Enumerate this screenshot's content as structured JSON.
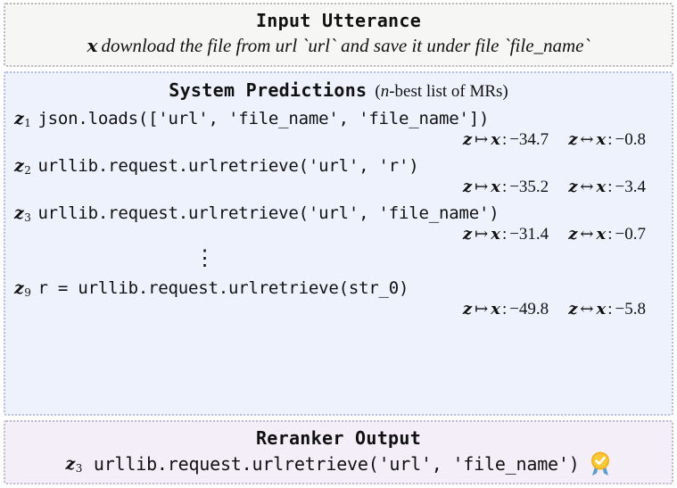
{
  "figure": {
    "input_panel": {
      "title": "Input Utterance",
      "variable": "𝒙",
      "utterance": "download the file from url `url` and save it under file `file_name`",
      "bg_color": "#f6f6f4"
    },
    "predictions_panel": {
      "title": "System Predictions",
      "subtitle_open": "(",
      "subtitle_italic": "n",
      "subtitle_rest": "-best list of MRs)",
      "bg_color": "#edf2fc",
      "score_labels": {
        "gen": "z ↦ x",
        "match": "z ↔ x",
        "z": "z",
        "x": "x",
        "mapsto": "↦",
        "leftrightarrow": "↔",
        "colon": ":"
      },
      "items": [
        {
          "id": "z",
          "index": "1",
          "code": "json.loads(['url', 'file_name', 'file_name'])",
          "score_gen": "−34.7",
          "score_match": "−0.8"
        },
        {
          "id": "z",
          "index": "2",
          "code": "urllib.request.urlretrieve('url', 'r')",
          "score_gen": "−35.2",
          "score_match": "−3.4"
        },
        {
          "id": "z",
          "index": "3",
          "code": "urllib.request.urlretrieve('url', 'file_name')",
          "score_gen": "−31.4",
          "score_match": "−0.7"
        },
        {
          "id": "z",
          "index": "9",
          "code": "r = urllib.request.urlretrieve(str_0)",
          "score_gen": "−49.8",
          "score_match": "−5.8"
        }
      ],
      "ellipsis": "⋮"
    },
    "reranker_panel": {
      "title": "Reranker Output",
      "bg_color": "#f3eef8",
      "selected": {
        "id": "z",
        "index": "3",
        "code": "urllib.request.urlretrieve('url', 'file_name')"
      },
      "badge_icon": "award-medal-icon",
      "badge_colors": {
        "disc": "#f5c518",
        "check": "#ffffff",
        "ribbon": "#4a90d9"
      }
    }
  }
}
